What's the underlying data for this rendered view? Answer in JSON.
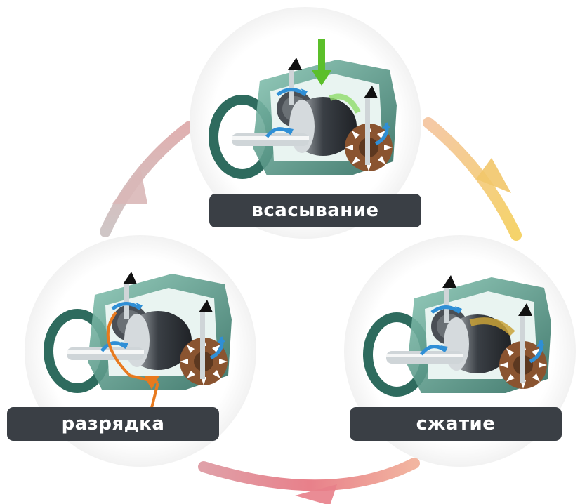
{
  "stages": {
    "suction": {
      "label": "всасывание"
    },
    "compression": {
      "label": "сжатие"
    },
    "discharge": {
      "label": "разрядка"
    }
  },
  "colors": {
    "pill_bg": "#3a3f45",
    "pill_text": "#ffffff",
    "casing": "#2e6b5e",
    "casing_light": "#6fb3a0",
    "rotor": "#3a3f45",
    "gear": "#7a4a2a",
    "arrow_blue": "#2f8fd6",
    "arrow_green": "#5bbf2a",
    "arrow_orange": "#e87a1e",
    "cycle_orange": "#f2b24a",
    "cycle_pink": "#e88a8a",
    "cycle_grey": "#c9b8b8"
  }
}
